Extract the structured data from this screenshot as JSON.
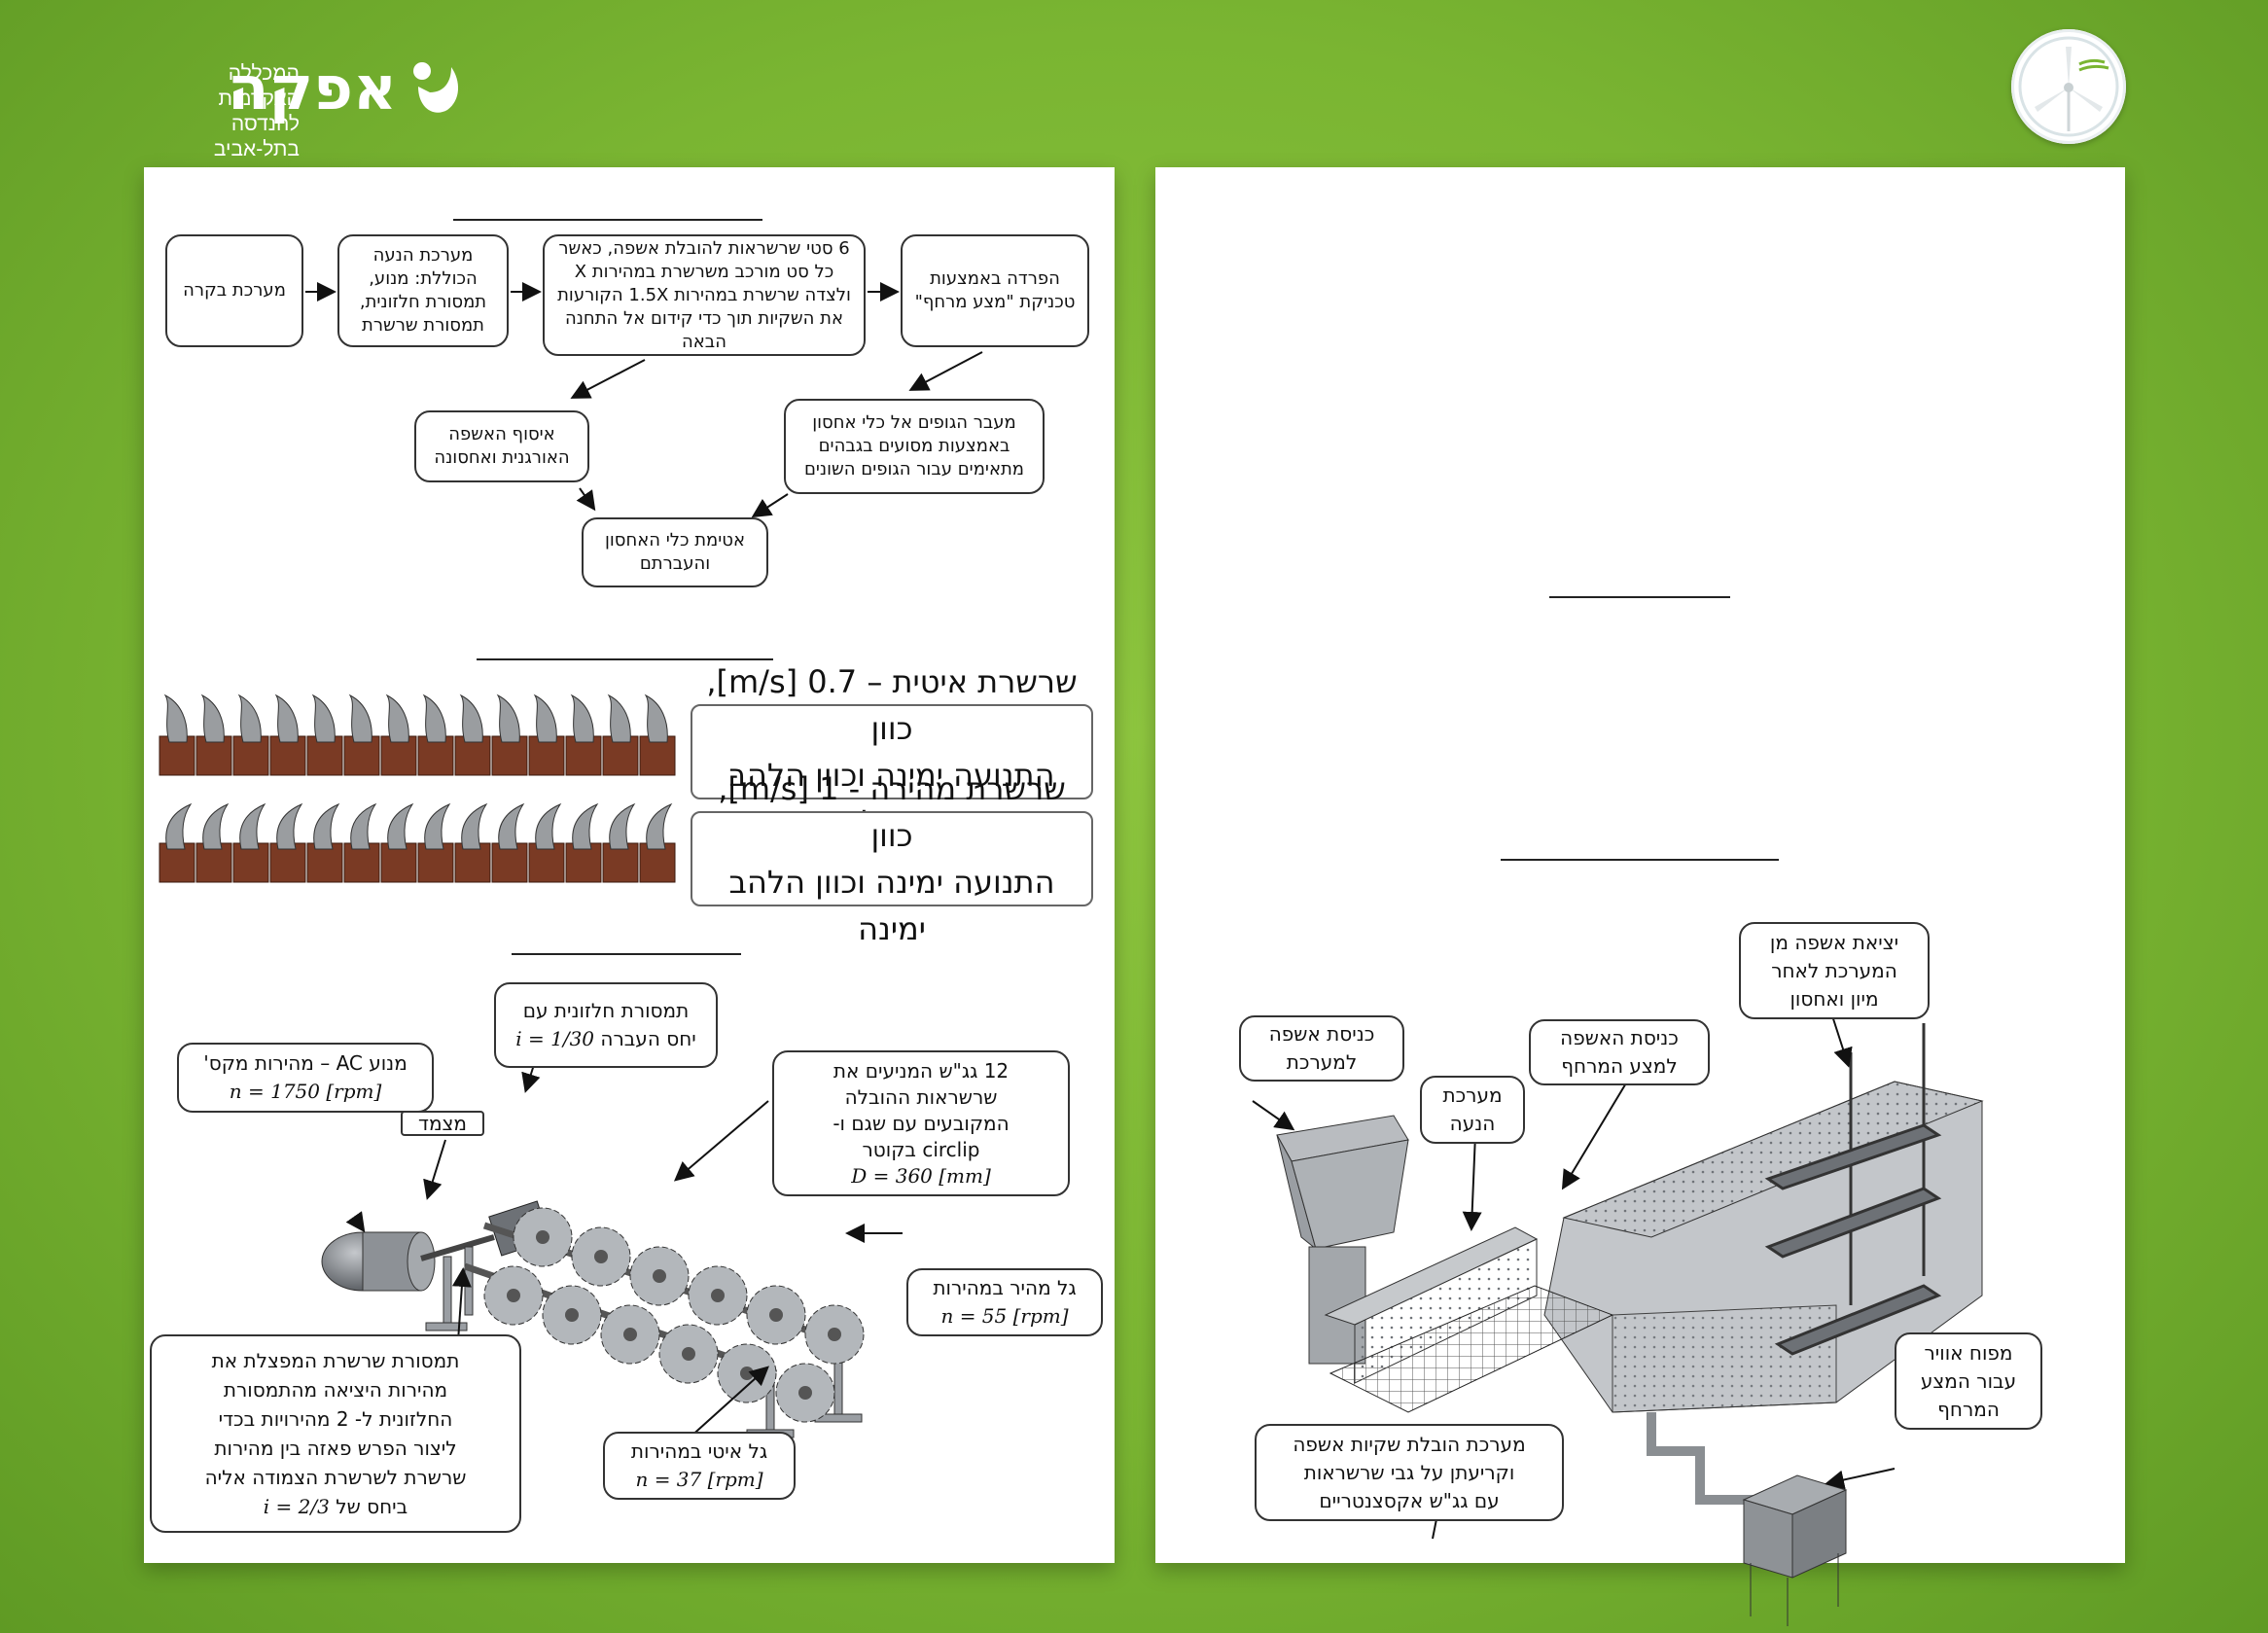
{
  "header": {
    "logo_main": "אפקה",
    "logo_sub_line1": "המכללה האקדמית",
    "logo_sub_line2": "להנדסה בתל-אביב"
  },
  "flowchart": {
    "nodes": [
      {
        "id": "n1",
        "text": "מערכת בקרה"
      },
      {
        "id": "n2",
        "text": "מערכת הנעה הכוללת: מנוע, תמסורת חלזונית, תמסורת שרשרת"
      },
      {
        "id": "n3",
        "text": "6 סטי שרשראות להובלת אשפה, כאשר כל סט מורכב משרשרת במהירות X ולצדה שרשרת במהירות 1.5X הקורעות את השקיות תוך כדי קידום אל התחנה הבאה"
      },
      {
        "id": "n4",
        "text": "הפרדה באמצעות טכניקת \"מצע מרחף\""
      },
      {
        "id": "n5",
        "text": "איסוף האשפה האורגנית ואחסונה"
      },
      {
        "id": "n6",
        "text": "מעבר הגופים אל כלי אחסון באמצעות מסועים בגבהים מתאימים עבור הגופים השונים"
      },
      {
        "id": "n7",
        "text": "אטימת כלי האחסון והעברתם"
      }
    ]
  },
  "chains": {
    "slow": {
      "line1": "שרשרת איטית – 0.7 [m/s], כוון",
      "line2": "התנועה ימינה וכוון הלהב שמאלה"
    },
    "fast": {
      "line1": "שרשרת מהירה - 1 [m/s], כוון",
      "line2": "התנועה ימינה וכוון הלהב ימינה"
    }
  },
  "drive_callouts": {
    "motor": {
      "line1": "מנוע AC – מהירות מקס'",
      "line2": "n = 1750 [rpm]"
    },
    "worm": {
      "line1": "תמסורת חלזונית עם",
      "line2a": "יחס העברה",
      "line2b": "i = 1/30"
    },
    "coupling": {
      "text": "מצמד"
    },
    "sprockets": {
      "line1": "12 גג\"ש המניעים את",
      "line2": "שרשראות ההובלה",
      "line3": "המקובעים עם שגם ו-",
      "line4": "circlip בקוטר",
      "line5": "D = 360 [mm]"
    },
    "fast_shaft": {
      "line1": "גל מהיר במהירות",
      "line2": "n = 55 [rpm]"
    },
    "slow_shaft": {
      "line1": "גל איטי במהירות",
      "line2": "n = 37 [rpm]"
    },
    "chain_drive": {
      "line1": "תמסורת שרשרת המפצלת את",
      "line2": "מהירות היציאה מהתמסורת",
      "line3": "החלזונית ל- 2 מהירויות בכדי",
      "line4": "ליצור הפרש פאזה בין מהירות",
      "line5": "שרשרת לשרשרת הצמודה אליה",
      "line6a": "ביחס של",
      "line6b": "i = 2/3"
    }
  },
  "system_callouts": {
    "inlet": {
      "line1": "כניסת אשפה",
      "line2": "למערכת"
    },
    "drive": {
      "line1": "מערכת",
      "line2": "הנעה"
    },
    "float_inlet": {
      "line1": "כניסת האשפה",
      "line2": "למצע המרחף"
    },
    "outlet": {
      "line1": "יציאת אשפה מן",
      "line2": "המערכת לאחר",
      "line3": "מיון ואחסון"
    },
    "blower": {
      "line1": "מפוח אוויר",
      "line2": "עבור המצע",
      "line3": "המרחף"
    },
    "conveyor": {
      "line1": "מערכת הובלת שקיות אשפה",
      "line2": "וקריעתן על גבי שרשראות",
      "line3": "עם גג\"ש אקסצנטריים"
    }
  }
}
